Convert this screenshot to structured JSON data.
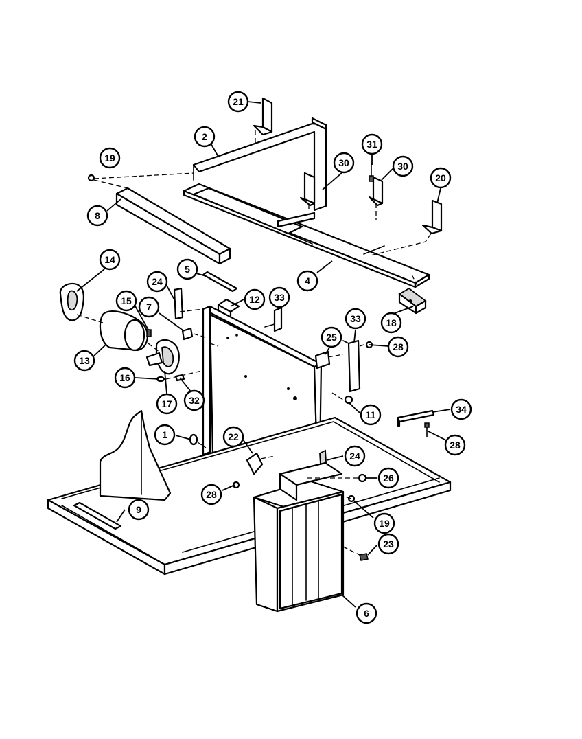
{
  "callouts": [
    {
      "id": "c21",
      "label": "21"
    },
    {
      "id": "c2",
      "label": "2"
    },
    {
      "id": "c19a",
      "label": "19"
    },
    {
      "id": "c30a",
      "label": "30"
    },
    {
      "id": "c31",
      "label": "31"
    },
    {
      "id": "c30b",
      "label": "30"
    },
    {
      "id": "c20",
      "label": "20"
    },
    {
      "id": "c8",
      "label": "8"
    },
    {
      "id": "c14",
      "label": "14"
    },
    {
      "id": "c5",
      "label": "5"
    },
    {
      "id": "c4",
      "label": "4"
    },
    {
      "id": "c24a",
      "label": "24"
    },
    {
      "id": "c15",
      "label": "15"
    },
    {
      "id": "c7",
      "label": "7"
    },
    {
      "id": "c12",
      "label": "12"
    },
    {
      "id": "c33a",
      "label": "33"
    },
    {
      "id": "c18",
      "label": "18"
    },
    {
      "id": "c13",
      "label": "13"
    },
    {
      "id": "c33b",
      "label": "33"
    },
    {
      "id": "c25",
      "label": "25"
    },
    {
      "id": "c28a",
      "label": "28"
    },
    {
      "id": "c16",
      "label": "16"
    },
    {
      "id": "c17",
      "label": "17"
    },
    {
      "id": "c32",
      "label": "32"
    },
    {
      "id": "c11",
      "label": "11"
    },
    {
      "id": "c34",
      "label": "34"
    },
    {
      "id": "c28b",
      "label": "28"
    },
    {
      "id": "c1",
      "label": "1"
    },
    {
      "id": "c22",
      "label": "22"
    },
    {
      "id": "c24b",
      "label": "24"
    },
    {
      "id": "c26",
      "label": "26"
    },
    {
      "id": "c28c",
      "label": "28"
    },
    {
      "id": "c9",
      "label": "9"
    },
    {
      "id": "c19b",
      "label": "19"
    },
    {
      "id": "c23",
      "label": "23"
    },
    {
      "id": "c6",
      "label": "6"
    }
  ]
}
